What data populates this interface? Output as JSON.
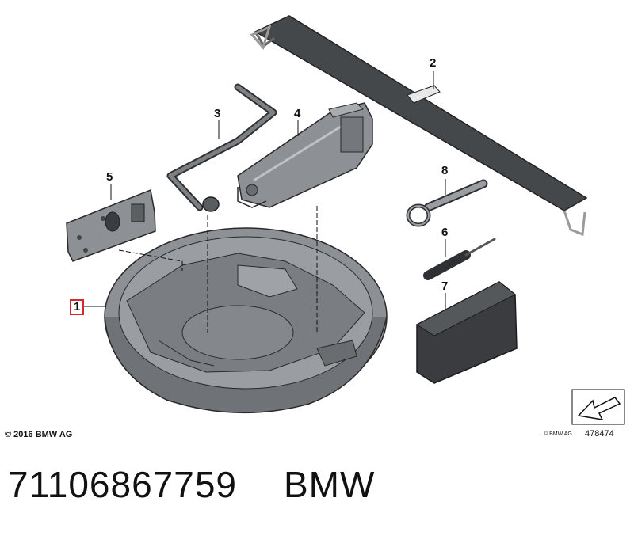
{
  "callouts": {
    "c1": "1",
    "c2": "2",
    "c3": "3",
    "c4": "4",
    "c5": "5",
    "c6": "6",
    "c7": "7",
    "c8": "8"
  },
  "footer": {
    "copyright": "© 2016 BMW AG",
    "small_copyright": "© BMW AG",
    "diagram_number": "478474"
  },
  "caption": {
    "part_number": "71106867759",
    "brand": "BMW"
  },
  "colors": {
    "highlight": "#d7262c",
    "part_fill": "#8a8d90",
    "part_dark": "#3e4043",
    "outline": "#2a2a2a"
  }
}
